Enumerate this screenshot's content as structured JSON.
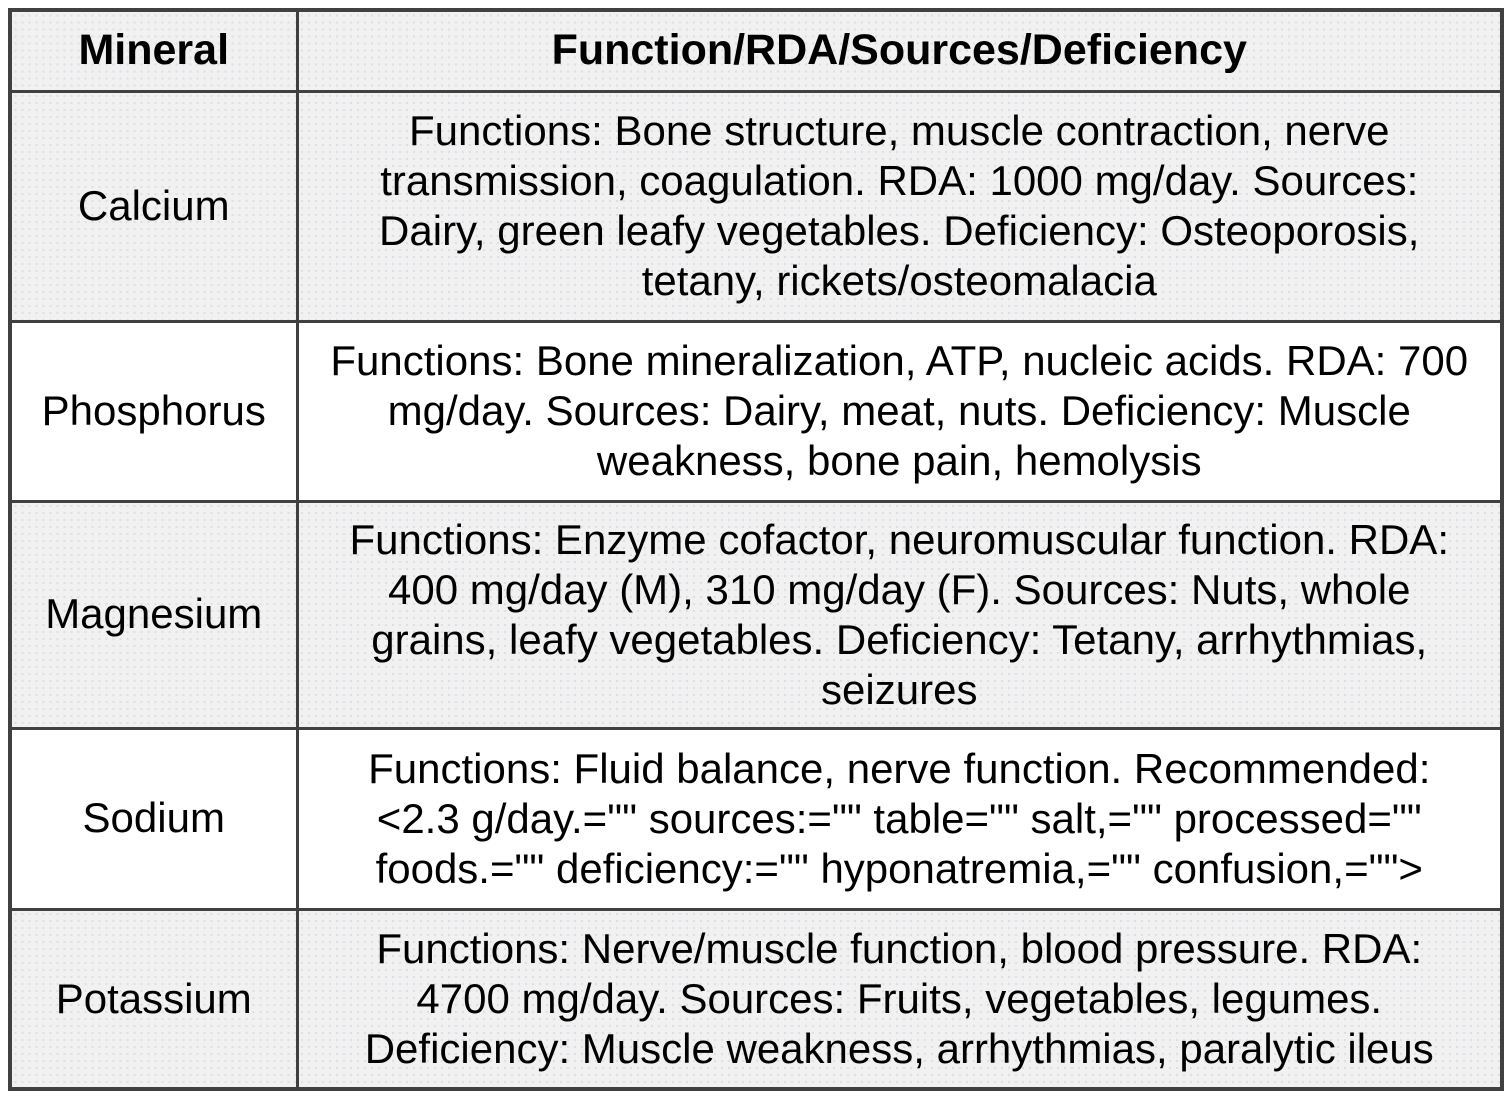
{
  "table": {
    "columns": [
      "Mineral",
      "Function/RDA/Sources/Deficiency"
    ],
    "colors": {
      "border": "#404040",
      "stripe_background": "#f1f1f2",
      "plain_background": "#ffffff",
      "text": "#000000"
    },
    "rows": [
      {
        "mineral": "Calcium",
        "details": "Functions: Bone structure, muscle contraction, nerve\ntransmission, coagulation. RDA: 1000 mg/day. Sources:\nDairy, green leafy vegetables. Deficiency: Osteoporosis,\ntetany, rickets/osteomalacia"
      },
      {
        "mineral": "Phosphorus",
        "details": "Functions: Bone mineralization, ATP, nucleic acids. RDA: 700\nmg/day. Sources: Dairy, meat, nuts. Deficiency: Muscle\nweakness, bone pain, hemolysis"
      },
      {
        "mineral": "Magnesium",
        "details": "Functions: Enzyme cofactor, neuromuscular function. RDA:\n400 mg/day (M), 310 mg/day (F). Sources: Nuts, whole\ngrains, leafy vegetables. Deficiency: Tetany, arrhythmias,\nseizures"
      },
      {
        "mineral": "Sodium",
        "details": "Functions: Fluid balance, nerve function. Recommended:\n<2.3 g/day.=\"\" sources:=\"\" table=\"\" salt,=\"\" processed=\"\"\nfoods.=\"\" deficiency:=\"\" hyponatremia,=\"\" confusion,=\"\">"
      },
      {
        "mineral": "Potassium",
        "details": "Functions: Nerve/muscle function, blood pressure. RDA:\n4700 mg/day. Sources: Fruits, vegetables, legumes.\nDeficiency: Muscle weakness, arrhythmias, paralytic ileus"
      }
    ]
  }
}
